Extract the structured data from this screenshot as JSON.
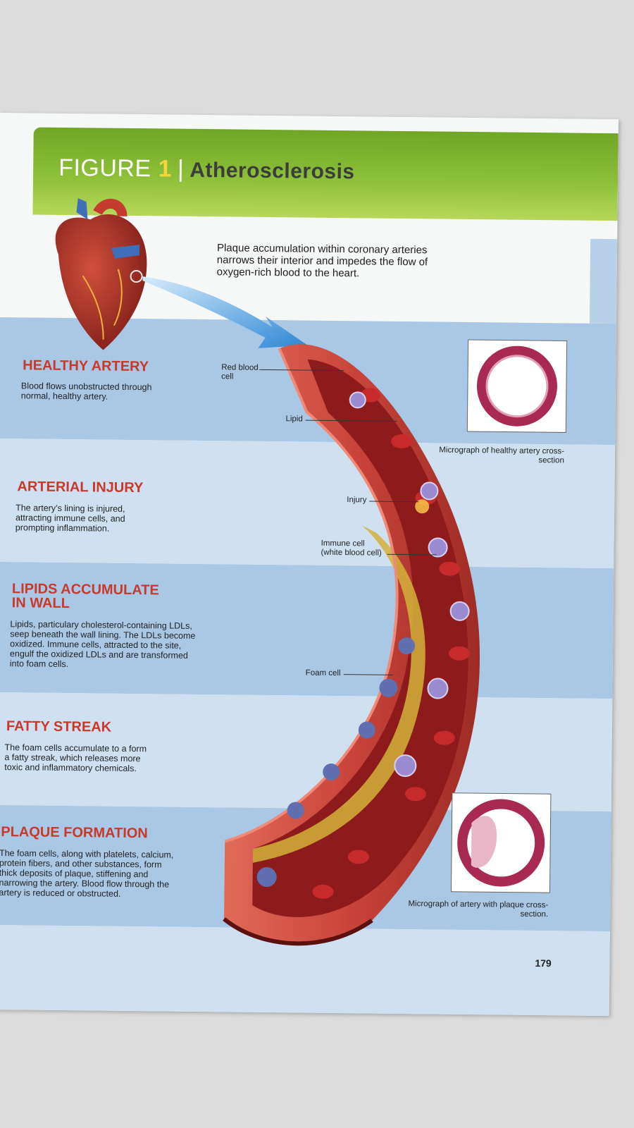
{
  "figure": {
    "label": "FIGURE",
    "number": "1",
    "separator": "|",
    "topic": "Atherosclerosis"
  },
  "intro_caption": "Plaque accumulation within coronary arteries narrows their interior and impedes the flow of oxygen-rich blood to the heart.",
  "stages": [
    {
      "title": "HEALTHY ARTERY",
      "desc": "Blood flows unobstructed through normal, healthy artery."
    },
    {
      "title": "ARTERIAL INJURY",
      "desc": "The artery’s lining is injured, attracting immune cells, and prompting inflammation."
    },
    {
      "title": "LIPIDS ACCUMULATE IN WALL",
      "desc": "Lipids, particulary cholesterol-containing LDLs, seep beneath the wall lining. The LDLs become oxidized. Immune cells, attracted to the site, engulf the oxidized LDLs and are transformed into foam cells."
    },
    {
      "title": "FATTY STREAK",
      "desc": "The foam cells accumulate to a form a fatty streak, which releases more toxic and inflammatory chemicals."
    },
    {
      "title": "PLAQUE FORMATION",
      "desc": "The foam cells, along with platelets, calcium, protein fibers, and other substances, form thick deposits of plaque, stiffening and narrowing the artery. Blood flow through the artery is reduced or obstructed."
    }
  ],
  "labels": {
    "red_blood_cell": "Red blood cell",
    "lipid": "Lipid",
    "injury": "Injury",
    "immune_cell": "Immune cell (white blood cell)",
    "foam_cell": "Foam cell"
  },
  "micrographs": {
    "healthy": "Micrograph of healthy artery cross-section",
    "plaque": "Micrograph of artery with plaque cross-section."
  },
  "page_number": "179",
  "colors": {
    "banner_green": "#8fc23a",
    "stage_title_red": "#c9392a",
    "band_blue": "#a9c8e6",
    "band_light": "#cfe1f1",
    "artery_wall": "#c8443a",
    "blood_red": "#8e1b1b"
  }
}
